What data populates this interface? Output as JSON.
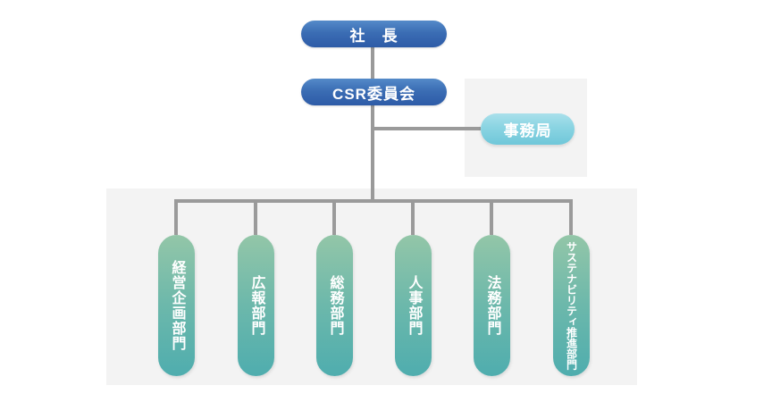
{
  "colors": {
    "blue_top": "#548ac9",
    "blue_bottom": "#2d5ba7",
    "cyan_top": "#a9e0eb",
    "cyan_bottom": "#6fc7d9",
    "green_top": "#93c6a8",
    "green_bottom": "#4fadae",
    "connector_line": "#9a9a9a",
    "panel_background": "#f3f3f3",
    "node_text": "#ffffff"
  },
  "org_chart": {
    "president": {
      "label": "社　長"
    },
    "csr_committee": {
      "label": "CSR委員会"
    },
    "secretariat": {
      "label": "事務局"
    },
    "departments": [
      {
        "label": "経営企画部門"
      },
      {
        "label": "広報部門"
      },
      {
        "label": "総務部門"
      },
      {
        "label": "人事部門"
      },
      {
        "label": "法務部門"
      },
      {
        "label": "サステナビリティ推進部門"
      }
    ]
  }
}
